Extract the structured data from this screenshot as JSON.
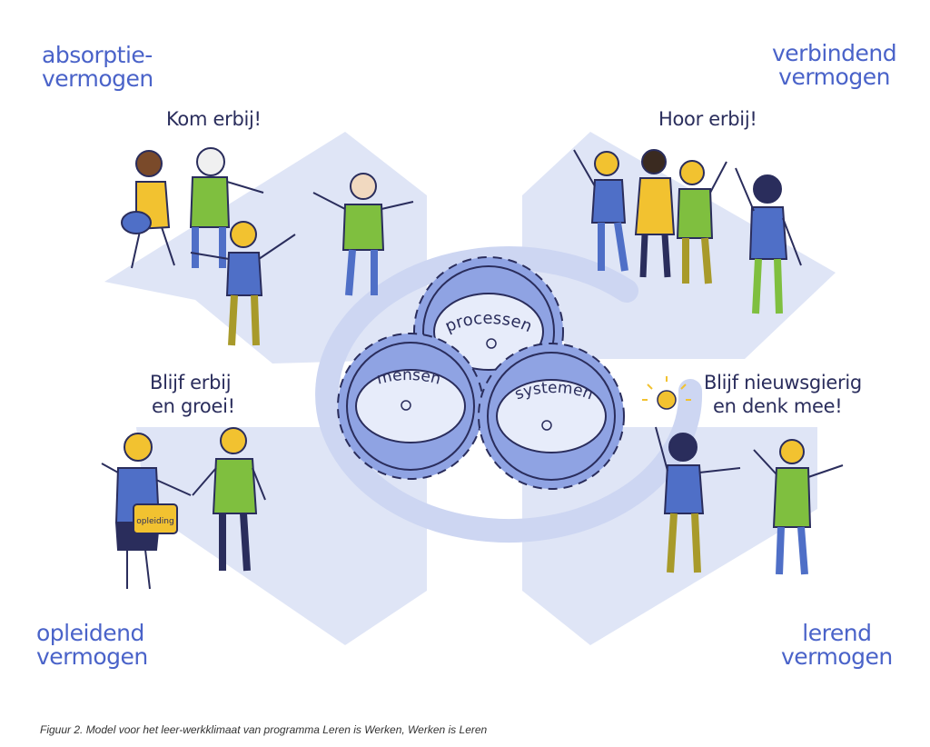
{
  "colors": {
    "background": "#ffffff",
    "shape": "#dfe5f6",
    "ring": "#cdd6f2",
    "gear_fill": "#8fa3e3",
    "gear_face": "#e7ecfa",
    "outline": "#2a2d5c",
    "label_blue": "#4a63c9",
    "shirt_green": "#7fbf3f",
    "shirt_blue": "#4f6fc7",
    "yellow": "#f2c230",
    "olive": "#a89a2a"
  },
  "corners": {
    "top_left": {
      "line1": "absorptie-",
      "line2": "vermogen"
    },
    "top_right": {
      "line1": "verbindend",
      "line2": "vermogen"
    },
    "bottom_left": {
      "line1": "opleidend",
      "line2": "vermogen"
    },
    "bottom_right": {
      "line1": "lerend",
      "line2": "vermogen"
    }
  },
  "speech": {
    "kom": "Kom erbij!",
    "hoor": "Hoor erbij!",
    "blijf_line1": "Blijf erbij",
    "blijf_line2": "en groei!",
    "nieuw_line1": "Blijf nieuwsgierig",
    "nieuw_line2": "en denk mee!"
  },
  "gears": {
    "top": "processen",
    "left": "mensen",
    "right": "systemen"
  },
  "bag_label": "opleiding",
  "caption": "Figuur 2. Model voor het leer-werkklimaat van programma Leren is Werken, Werken is Leren"
}
